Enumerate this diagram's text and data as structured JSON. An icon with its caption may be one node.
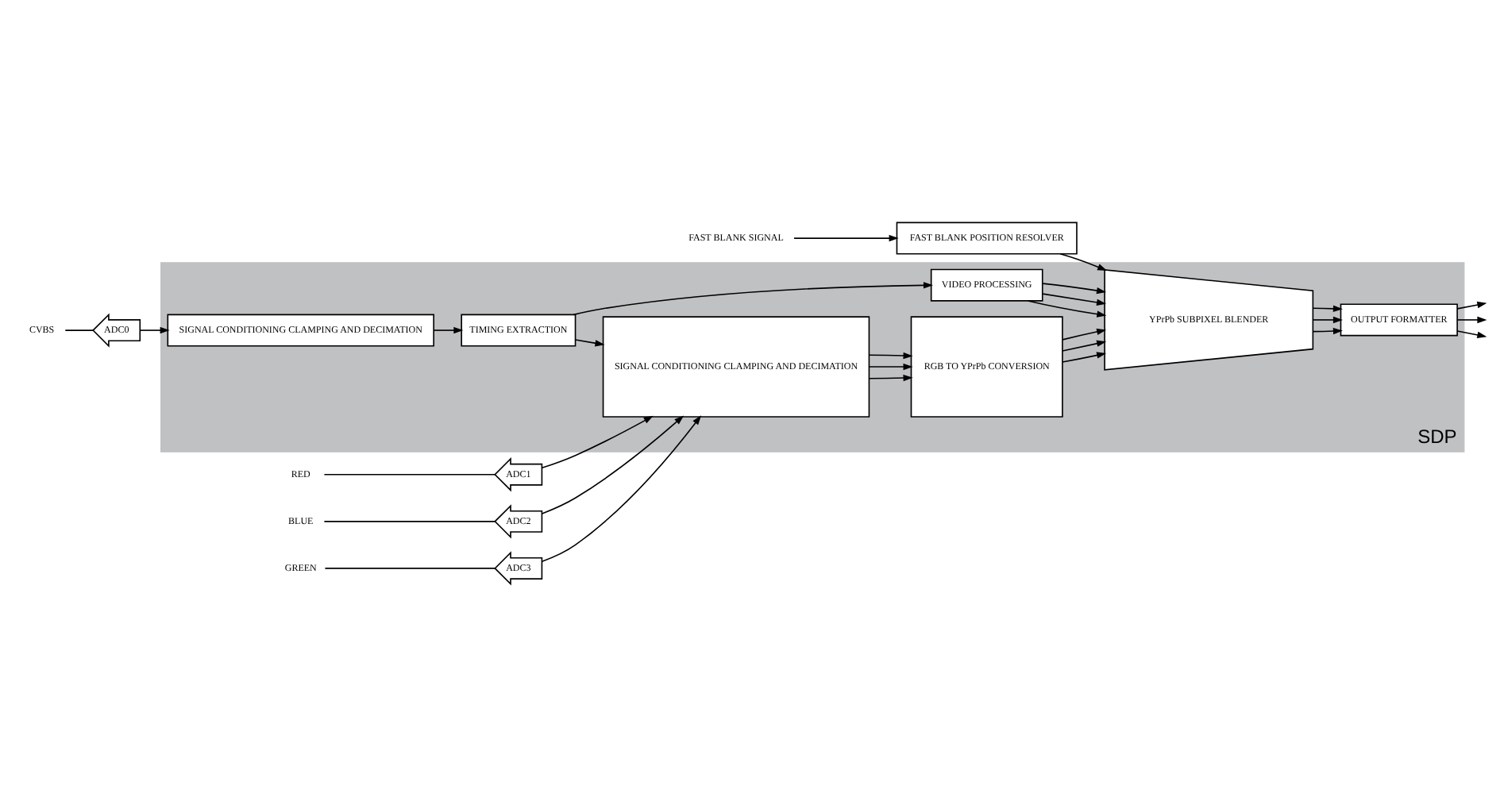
{
  "diagram": {
    "nodes": [
      {
        "text": [
          "SDP"
        ]
      },
      {
        "text": [
          "FAST BLANK SIGNAL"
        ]
      },
      {
        "text": [
          "FAST BLANK POSITION RESOLVER"
        ]
      },
      {
        "text": [
          "CVBS"
        ]
      },
      {
        "text": [
          "ADC0"
        ]
      },
      {
        "text": [
          "SIGNAL CONDITIONING CLAMPING AND DECIMATION"
        ],
        "in": 0
      },
      {
        "text": [
          "TIMING EXTRACTION"
        ],
        "in": 0
      },
      {
        "text": [
          "VIDEO PROCESSING"
        ],
        "in": 0
      },
      {
        "text": [
          "RED"
        ]
      },
      {
        "text": [
          "ADC1"
        ]
      },
      {
        "text": [
          "BLUE"
        ]
      },
      {
        "text": [
          "ADC2"
        ]
      },
      {
        "text": [
          "GREEN"
        ]
      },
      {
        "text": [
          "ADC3"
        ]
      },
      {
        "text": [
          "SIGNAL CONDITIONING CLAMPING AND DECIMATION"
        ],
        "in": 0
      },
      {
        "text": [
          "RGB TO YPrPb CONVERSION"
        ],
        "in": 0
      },
      {
        "text": [
          "YPrPb SUBPIXEL BLENDER"
        ],
        "in": 0
      },
      {
        "text": [
          "OUTPUT FORMATTER"
        ],
        "in": 0
      }
    ],
    "edges": [
      {
        "from": 1,
        "to": 2,
        "arrow": "to"
      },
      {
        "from": 3,
        "to": 4,
        "arrow": "none"
      },
      {
        "from": 4,
        "to": 5,
        "arrow": "to"
      },
      {
        "from": 5,
        "to": 6,
        "arrow": "to"
      },
      {
        "from": 6,
        "to": 7,
        "arrow": "to"
      },
      {
        "from": 6,
        "to": 14,
        "arrow": "to"
      },
      {
        "from": 2,
        "to": 16,
        "arrow": "to"
      },
      {
        "from": 7,
        "to": 16,
        "arrow": "to"
      },
      {
        "from": 7,
        "to": 16,
        "arrow": "to"
      },
      {
        "from": 7,
        "to": 16,
        "arrow": "to"
      },
      {
        "from": 8,
        "to": 9,
        "arrow": "none"
      },
      {
        "from": 9,
        "to": 14,
        "arrow": "to"
      },
      {
        "from": 10,
        "to": 11,
        "arrow": "none"
      },
      {
        "from": 11,
        "to": 14,
        "arrow": "to"
      },
      {
        "from": 12,
        "to": 13,
        "arrow": "none"
      },
      {
        "from": 13,
        "to": 14,
        "arrow": "to"
      },
      {
        "from": 14,
        "to": 15,
        "arrow": "to"
      },
      {
        "from": 14,
        "to": 15,
        "arrow": "to"
      },
      {
        "from": 14,
        "to": 15,
        "arrow": "to"
      },
      {
        "from": 15,
        "to": 16,
        "arrow": "to"
      },
      {
        "from": 15,
        "to": 16,
        "arrow": "to"
      },
      {
        "from": 15,
        "to": 16,
        "arrow": "to"
      },
      {
        "from": 16,
        "to": 17,
        "arrow": "to"
      },
      {
        "from": 16,
        "to": 17,
        "arrow": "to"
      },
      {
        "from": 16,
        "to": 17,
        "arrow": "to"
      },
      {
        "from": 17,
        "to": null,
        "arrow": "to"
      },
      {
        "from": 17,
        "to": null,
        "arrow": "to"
      },
      {
        "from": 17,
        "to": null,
        "arrow": "to"
      }
    ]
  }
}
